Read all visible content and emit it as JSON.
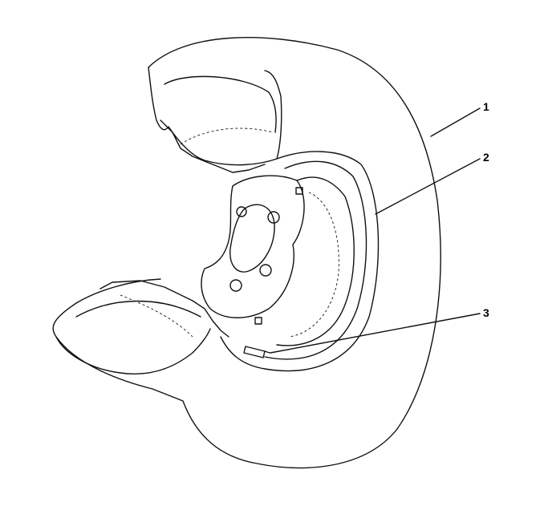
{
  "diagram": {
    "line_color": "#111111",
    "background": "#ffffff",
    "callouts": [
      {
        "id": "1",
        "label": "1"
      },
      {
        "id": "2",
        "label": "2"
      },
      {
        "id": "3",
        "label": "3"
      }
    ]
  }
}
